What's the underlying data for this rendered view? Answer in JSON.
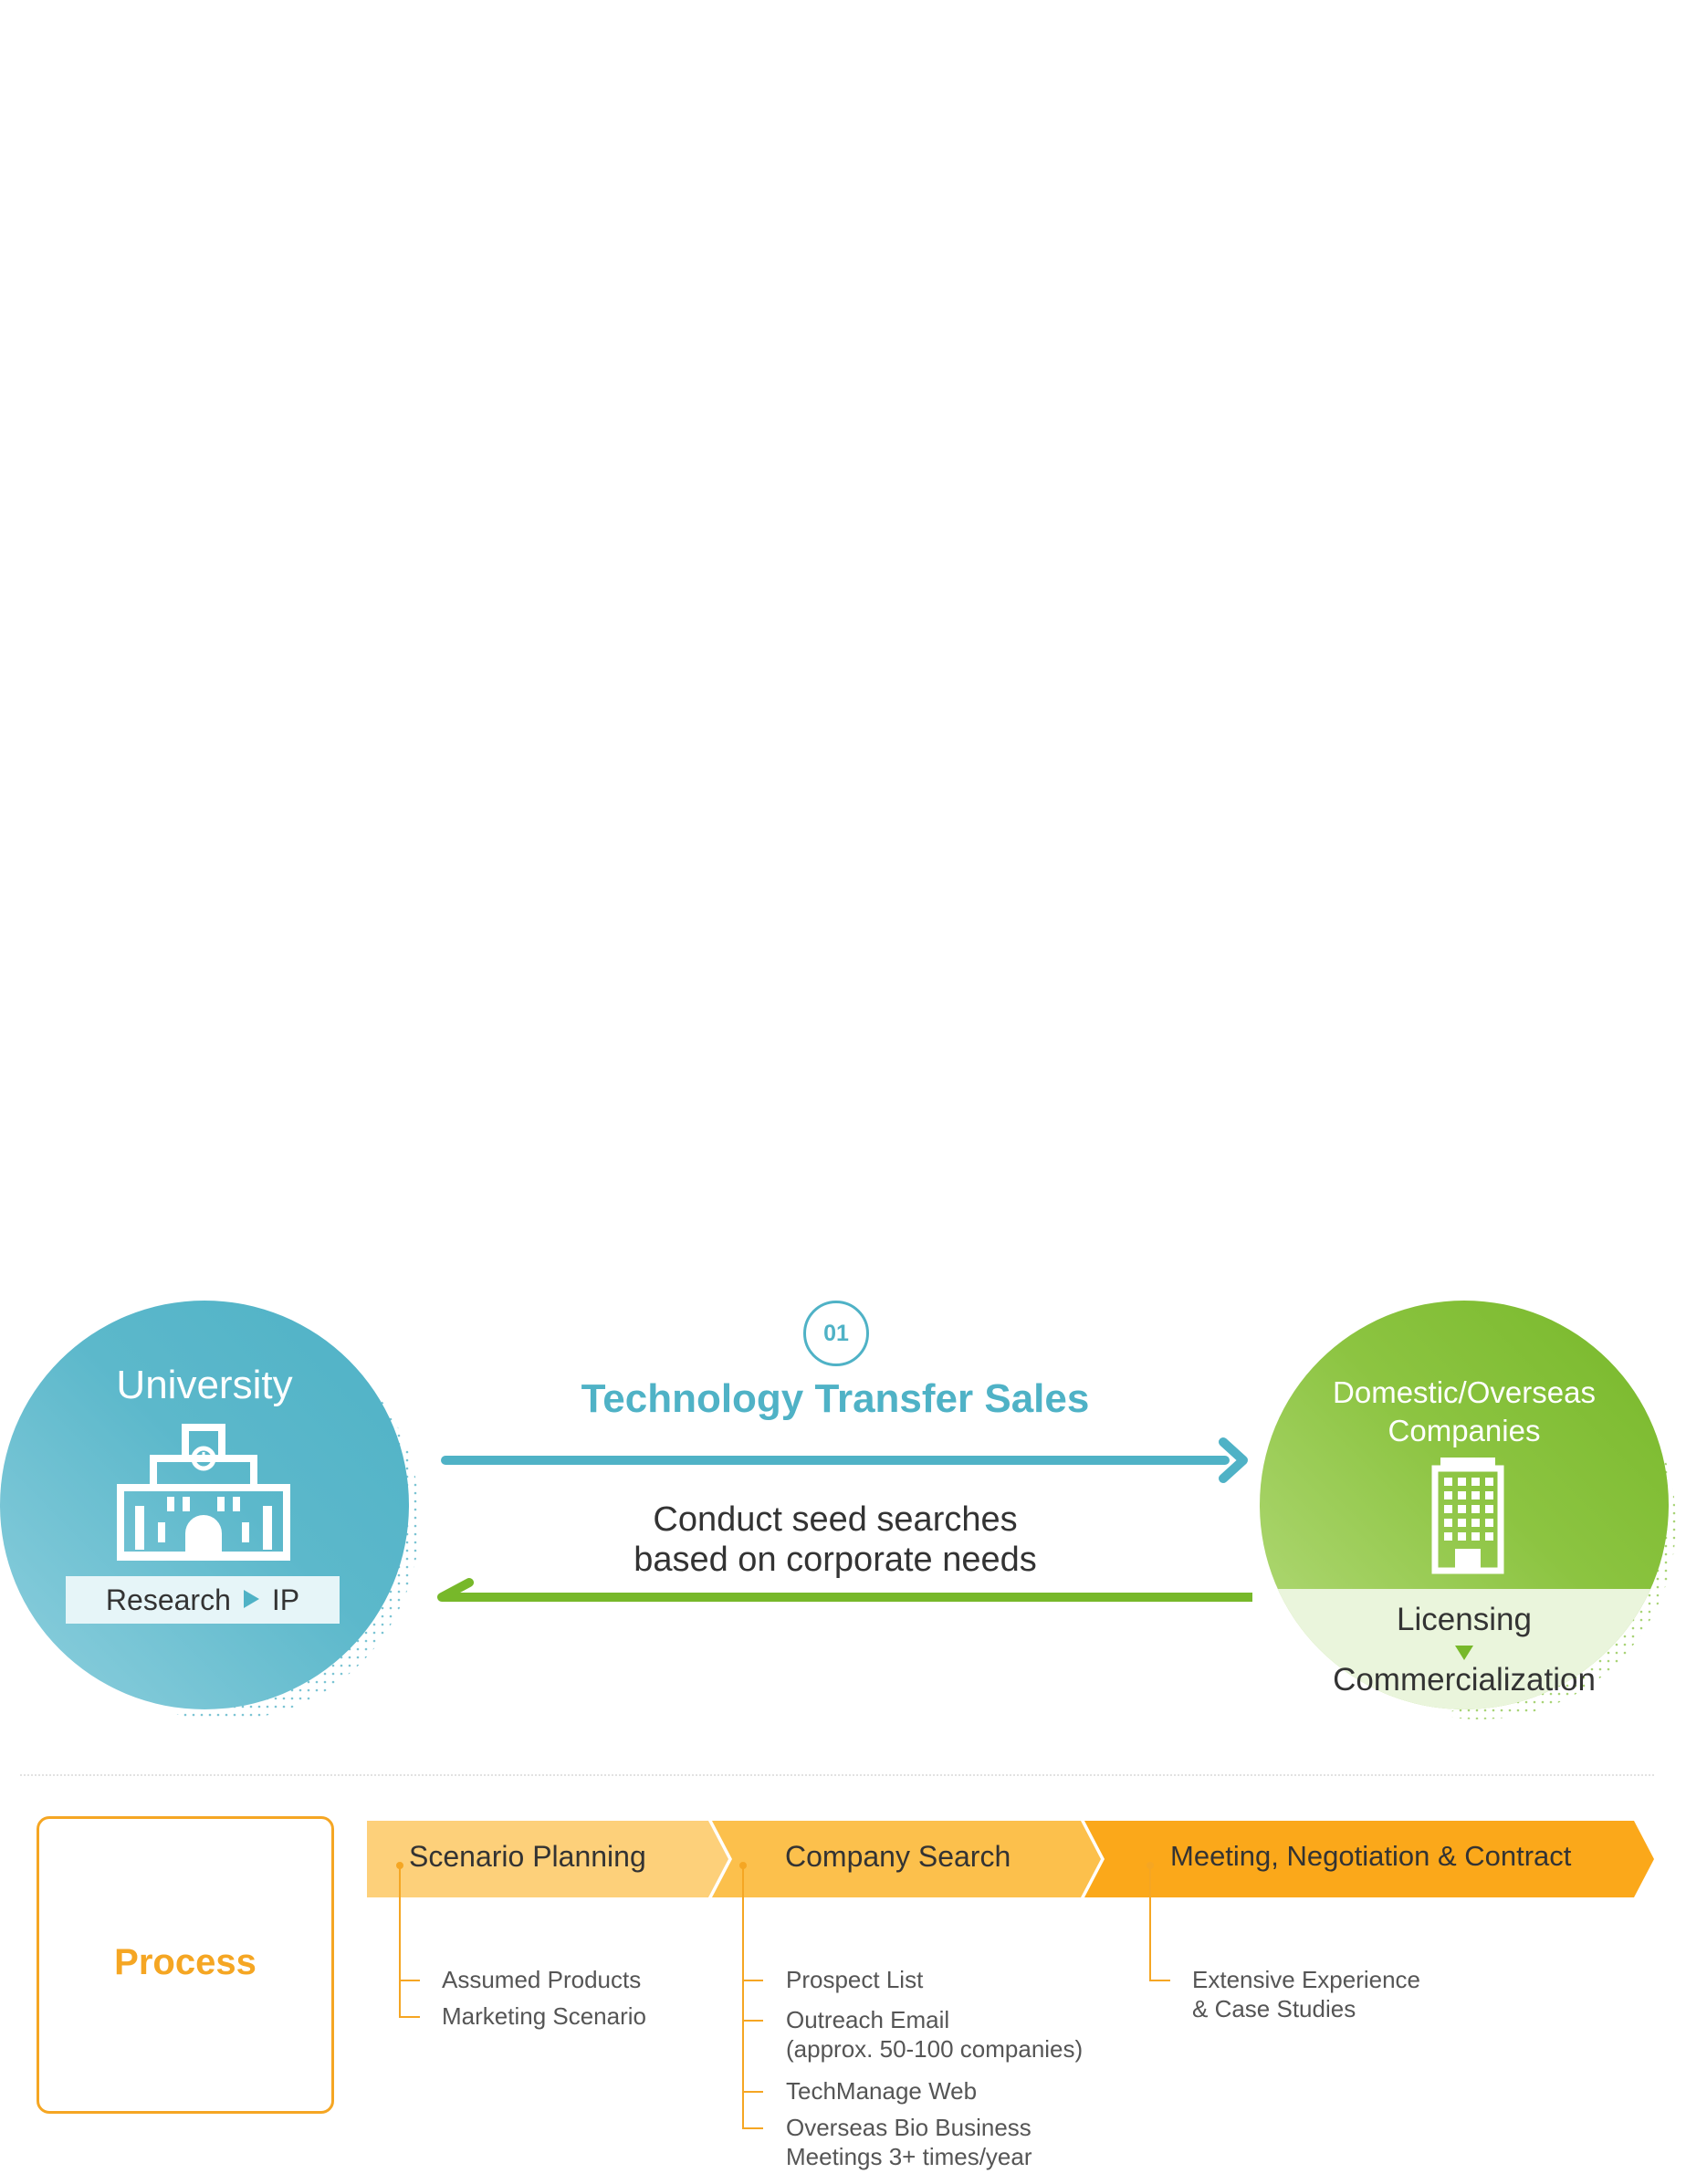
{
  "top": {
    "step_number": "01",
    "transfer_title": "Technology Transfer Sales",
    "seed_line1": "Conduct seed searches",
    "seed_line2": "based on corporate needs"
  },
  "university": {
    "title": "University",
    "box_left": "Research",
    "box_right": "IP",
    "icon": "university-building-icon"
  },
  "companies": {
    "title_line1": "Domestic/Overseas",
    "title_line2": "Companies",
    "licensing": "Licensing",
    "commercialization": "Commercialization",
    "icon": "office-building-icon"
  },
  "process": {
    "label": "Process",
    "steps": [
      {
        "label": "Scenario Planning",
        "items": [
          "Assumed Products",
          "Marketing Scenario"
        ]
      },
      {
        "label": "Company Search",
        "items": [
          "Prospect List",
          "Outreach Email",
          "(approx. 50-100 companies)",
          "TechManage Web",
          "Overseas Bio Business",
          "Meetings 3+ times/year"
        ]
      },
      {
        "label": "Meeting, Negotiation & Contract",
        "items": [
          "Extensive Experience",
          "& Case Studies"
        ]
      }
    ]
  },
  "colors": {
    "blue": "#4fb2c6",
    "green": "#77b82a",
    "orange": "#f5a623",
    "step1": "#fdd07a",
    "step2": "#fcc04c",
    "step3": "#fba81a"
  }
}
